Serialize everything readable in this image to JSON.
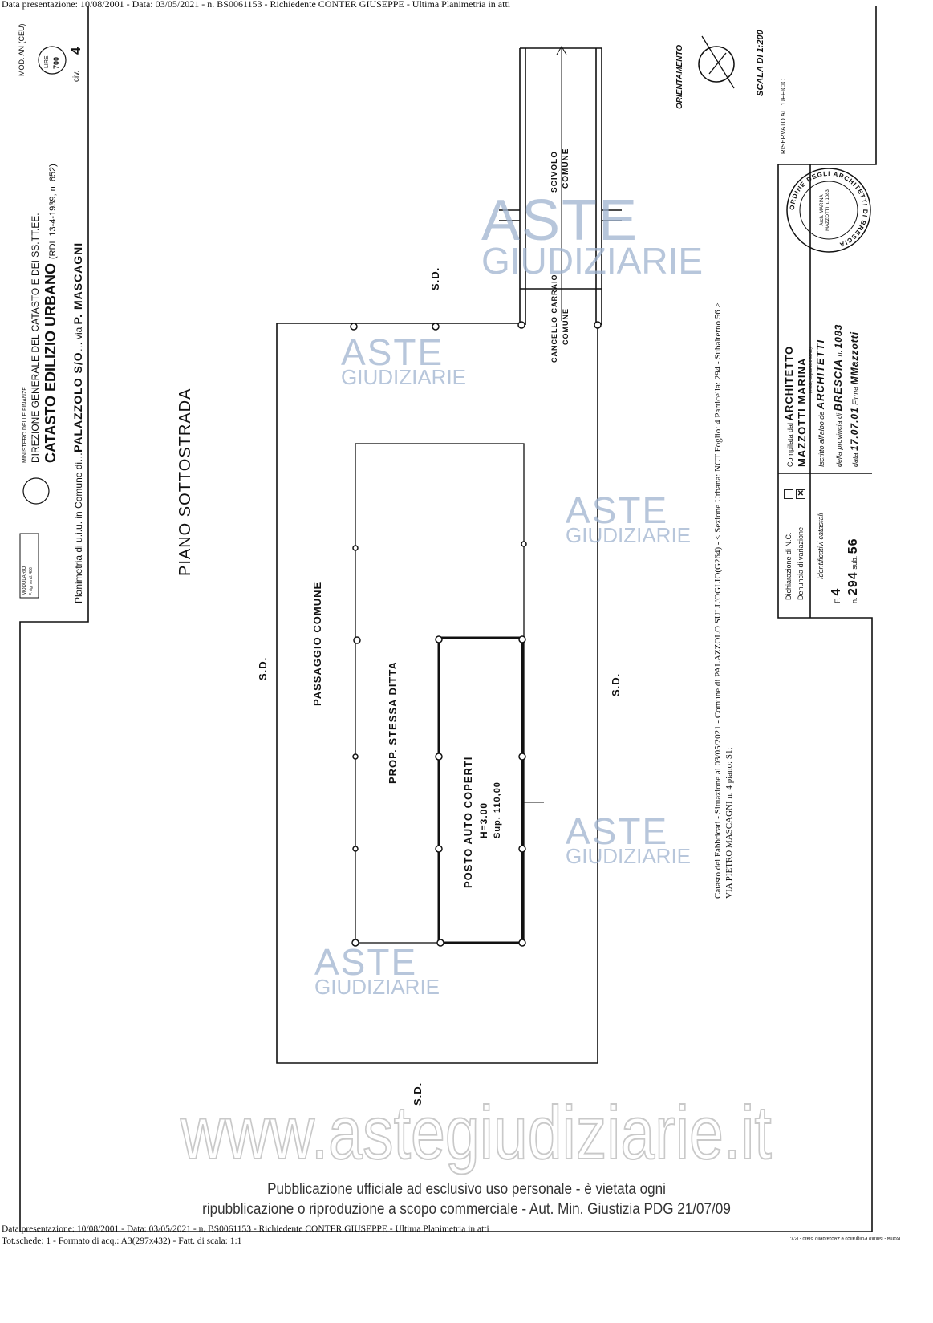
{
  "header_line": "Data presentazione: 10/08/2001 - Data: 03/05/2021 - n. BS0061153 - Richiedente CONTER GIUSEPPE - Ultima Planimetria in atti",
  "form": {
    "mod": "MOD. AN (CEU)",
    "lire_label": "LIRE",
    "lire_value": "700",
    "civ_label": "civ.",
    "civ_value": "4",
    "modulario": "MODULARIO",
    "modulario_sub": "F. rig. rend. 486",
    "ministry": "MINISTERO DELLE FINANZE",
    "direction": "DIREZIONE GENERALE DEL CATASTO E DEI SS.TT.EE.",
    "title": "CATASTO EDILIZIO URBANO",
    "law": "(RDL 13-4-1939, n. 652)",
    "planimetria_label": "Planimetria di u.i.u. in Comune di",
    "comune": "PALAZZOLO S/O",
    "via_label": "via",
    "via": "P. MASCAGNI"
  },
  "plan": {
    "floor": "PIANO SOTTOSTRADA",
    "orientation": "ORIENTAMENTO",
    "scale": "SCALA DI 1:200",
    "sd": "S.D.",
    "passage": "PASSAGGIO COMUNE",
    "prop": "PROP. STESSA DITTA",
    "posto": "POSTO AUTO COPERTI",
    "height": "H=3.00",
    "sup": "Sup. 110,00",
    "ramp": "SCIVOLO",
    "ramp2": "COMUNE",
    "gate": "CANCELLO CARRAIO",
    "gate2": "COMUNE"
  },
  "office": {
    "reserved": "RISERVATO ALL'UFFICIO",
    "stamp_ring": "ORDINE DEGLI ARCHITETTI DI BRESCIA",
    "stamp_inner": "Arch. MARINA MAZZOTTI n. 1083",
    "dichiarazione": "Dichiarazione di N.C.",
    "denuncia": "Denuncia di variazione",
    "dichiarazione_checked": false,
    "denuncia_checked": true,
    "identificativi": "Identificativi catastali",
    "f_label": "F.",
    "f_value": "4",
    "n_label": "n.",
    "n_value": "294",
    "sub_label": "sub.",
    "sub_value": "56",
    "compilata_label": "Compilata dal",
    "compilata_value": "ARCHITETTO",
    "titolo_hint": "(Titolo, cognome e nome)",
    "nome": "MAZZOTTI MARINA",
    "iscritto_label": "Iscritto all'albo de",
    "iscritto_value": "ARCHITETTI",
    "provincia_label": "della provincia di",
    "provincia_value": "BRESCIA",
    "numero_label": "n.",
    "numero_value": "1083",
    "data_label": "data",
    "data_value": "17.07.01",
    "firma_label": "Firma",
    "firma_value": "MMazzotti"
  },
  "catasto_line1": "Catasto dei Fabbricati - Situazione al 03/05/2021 - Comune di PALAZZOLO SULL'OGLIO(G264) - < Sezione Urbana: NCT Foglio: 4 Particella: 294 - Subalterno 56 >",
  "catasto_line2": "VIA PIETRO MASCAGNI n. 4 piano: S1;",
  "watermark": {
    "aste": "ASTE",
    "giudiziarie": "GIUDIZIARIE",
    "site": "www.astegiudiziarie.it"
  },
  "publication": {
    "line1": "Pubblicazione ufficiale ad esclusivo uso personale - è vietata ogni",
    "line2": "ripubblicazione o riproduzione a scopo commerciale - Aut. Min. Giustizia PDG 21/07/09"
  },
  "footer": {
    "line1": "Data presentazione: 10/08/2001 - Data: 03/05/2021 - n. BS0061153 - Richiedente CONTER GIUSEPPE - Ultima Planimetria in atti",
    "line2": "Tot.schede: 1 - Formato di acq.: A3(297x432) - Fatt. di scala: 1:1",
    "printer": "Roma - Istituto Poligrafico e Zecca dello Stato - P.V."
  }
}
